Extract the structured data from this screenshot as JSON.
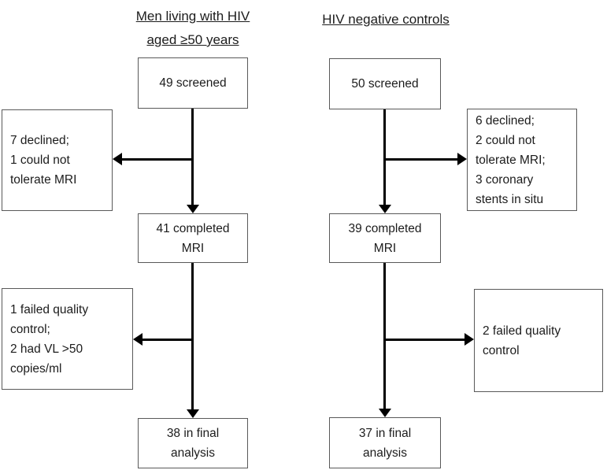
{
  "left": {
    "title_lines": [
      "Men living with HIV",
      "aged ≥50 years"
    ],
    "screened": "49 screened",
    "exclusion1_lines": [
      "7 declined;",
      "1 could not",
      "tolerate MRI"
    ],
    "completed_lines": [
      "41 completed",
      "MRI"
    ],
    "exclusion2_lines": [
      "1 failed quality",
      "control;",
      "2 had VL >50",
      "copies/ml"
    ],
    "final_lines": [
      "38 in final",
      "analysis"
    ]
  },
  "right": {
    "title": "HIV negative controls",
    "screened": "50 screened",
    "exclusion1_lines": [
      "6 declined;",
      "2 could not",
      "tolerate MRI;",
      "3 coronary",
      "stents in situ"
    ],
    "completed_lines": [
      "39 completed",
      "MRI"
    ],
    "exclusion2_lines": [
      "2 failed quality",
      "control"
    ],
    "final_lines": [
      "37 in final",
      "analysis"
    ]
  },
  "colors": {
    "box_border": "#595959",
    "arrow": "#000000",
    "text": "#1c1c1c",
    "background": "#ffffff"
  }
}
